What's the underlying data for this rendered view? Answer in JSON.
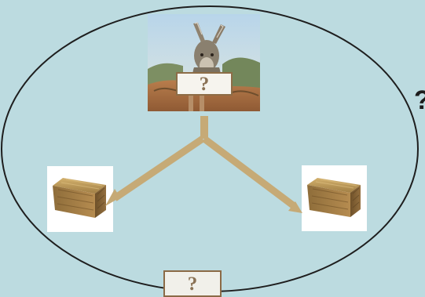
{
  "diagram": {
    "top_sign_text": "?",
    "bottom_sign_text": "?",
    "side_mark_text": "?"
  },
  "icons": {
    "donkey": "donkey-photo",
    "left_hay": "hay-bale-left",
    "right_hay": "hay-bale-right"
  },
  "colors": {
    "background": "#bcdbe0",
    "arrow": "#c6aa76",
    "sign_border": "#8d6d47",
    "ellipse_stroke": "#222222"
  }
}
